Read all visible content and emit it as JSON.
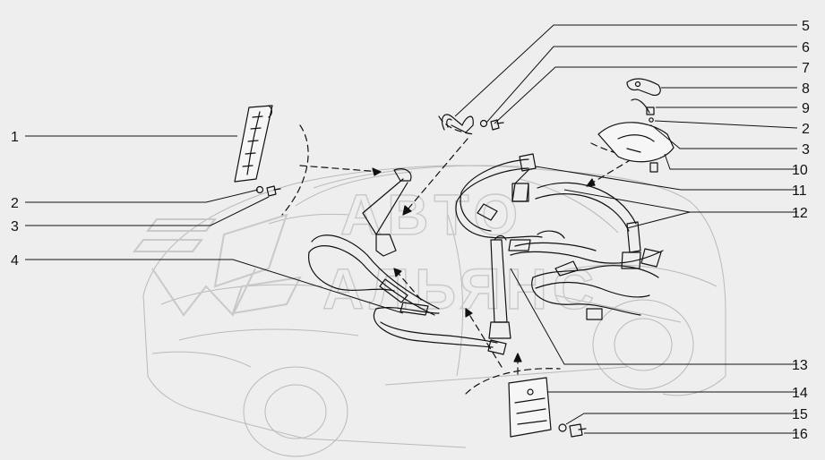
{
  "watermark": {
    "line1": "ABTO",
    "line2": "AЛЬЯНС"
  },
  "labels": {
    "left": [
      "1",
      "2",
      "3",
      "4"
    ],
    "right": [
      "5",
      "6",
      "7",
      "8",
      "9",
      "2",
      "3",
      "10",
      "11",
      "12"
    ],
    "bottom": [
      "13",
      "14",
      "15",
      "16"
    ]
  },
  "colors": {
    "background": "#eeeeee",
    "line": "#111111",
    "car_outline": "#b9b9b9",
    "watermark": "#c9c9c9"
  }
}
